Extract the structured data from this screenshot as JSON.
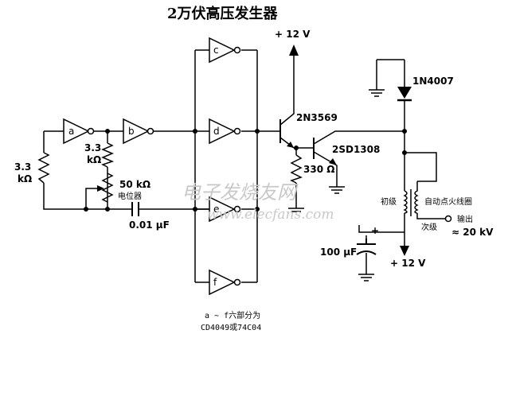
{
  "title": "2万伏高压发生器",
  "gates": [
    "a",
    "b",
    "c",
    "d",
    "e",
    "f"
  ],
  "labels": {
    "r_input": "3.3",
    "r_input_unit": "kΩ",
    "r_bias": "3.3",
    "r_bias_unit": "kΩ",
    "pot_value": "50 kΩ",
    "pot_name": "电位器",
    "cap_value": "0.01 μF",
    "supply_top": "+ 12 V",
    "q1": "2N3569",
    "q2": "2SD1308",
    "r_emitter": "330 Ω",
    "diode": "1N4007",
    "primary": "初级",
    "coil": "自动点火线圈",
    "secondary": "次级",
    "output_label": "输出",
    "output_value": "≈ 20 kV",
    "cap2": "100 μF",
    "supply_bottom": "+ 12 V",
    "note_line1": "a ~ f六部分为",
    "note_line2": "CD4049或74C04"
  },
  "watermark": {
    "cn": "电子发烧友网",
    "url": "www.elecfans.com"
  }
}
